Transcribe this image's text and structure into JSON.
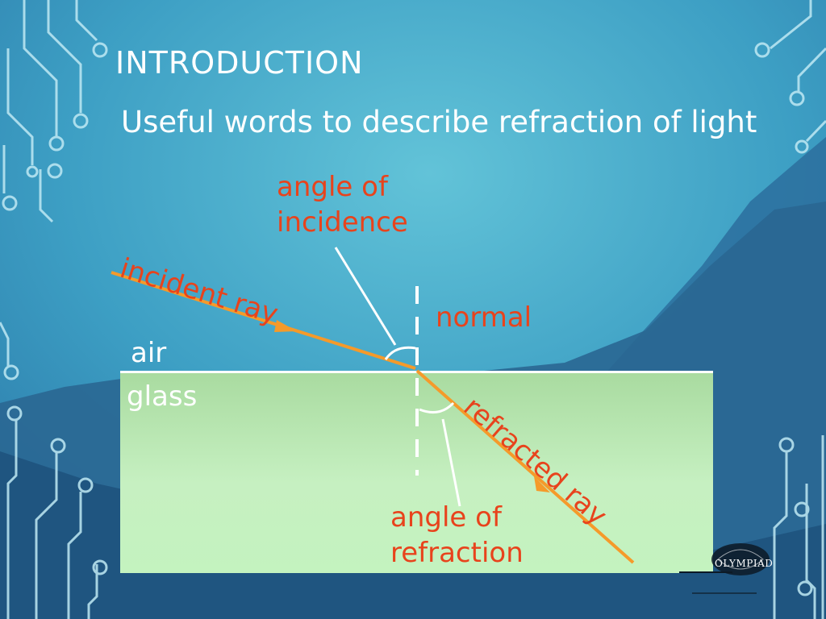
{
  "slide": {
    "heading": "INTRODUCTION",
    "subtitle": "Useful words to describe refraction of light"
  },
  "diagram": {
    "labels": {
      "angle_of_incidence": [
        "angle of",
        "incidence"
      ],
      "incident_ray": "incident ray",
      "normal": "normal",
      "air": "air",
      "glass": "glass",
      "refracted_ray": "refracted ray",
      "angle_of_refraction": [
        "angle of",
        "refraction"
      ]
    },
    "colors": {
      "ray": "#f59a2a",
      "label_red": "#e8431c",
      "glass_fill": "#c6f0c1",
      "text_white": "#ffffff"
    }
  },
  "logo": {
    "text": "OLYMPIAD",
    "icon": "globe-logo-icon"
  }
}
